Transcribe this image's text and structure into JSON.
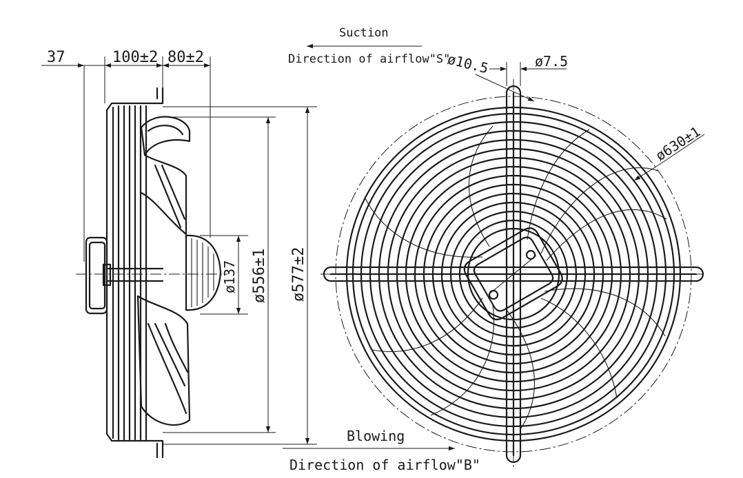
{
  "view_labels": {
    "suction": "Suction",
    "direction_s": "Direction of airflow\"S\"",
    "blowing": "Blowing",
    "direction_b": "Direction of airflow\"B\""
  },
  "dimensions": {
    "d37": "37",
    "d100": "100±2",
    "d80": "80±2",
    "d137": "ø137",
    "d556": "ø556±1",
    "d577": "ø577±2",
    "d10_5": "ø10.5",
    "d7_5": "ø7.5",
    "d630": "ø630±1"
  },
  "colors": {
    "line": "#1a1a1a",
    "background": "#ffffff"
  }
}
